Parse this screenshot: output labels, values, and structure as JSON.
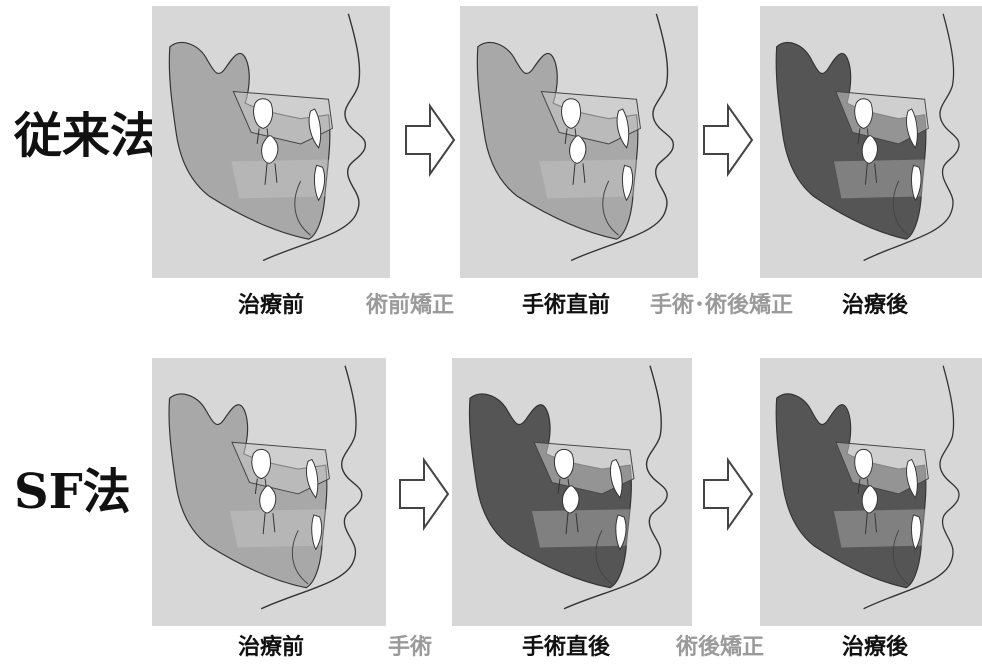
{
  "rows": [
    {
      "title": "従来法",
      "labels": {
        "before": "治療前",
        "step1": "術前矯正",
        "middle": "手術直前",
        "step2": "手術･術後矯正",
        "after": "治療後"
      },
      "panel_states": [
        "light",
        "light",
        "dark"
      ]
    },
    {
      "title": "SF法",
      "labels": {
        "before": "治療前",
        "step1": "手術",
        "middle": "手術直後",
        "step2": "術後矯正",
        "after": "治療後"
      },
      "panel_states": [
        "light",
        "dark",
        "dark"
      ]
    }
  ],
  "colors": {
    "panel_bg": "#d7d7d7",
    "jaw_light": "#a8a8a8",
    "jaw_dark": "#555555",
    "step_text": "#9a9a9a",
    "main_text": "#111111"
  },
  "icons": [
    "skull-jaw-illustration",
    "right-arrow-icon"
  ]
}
